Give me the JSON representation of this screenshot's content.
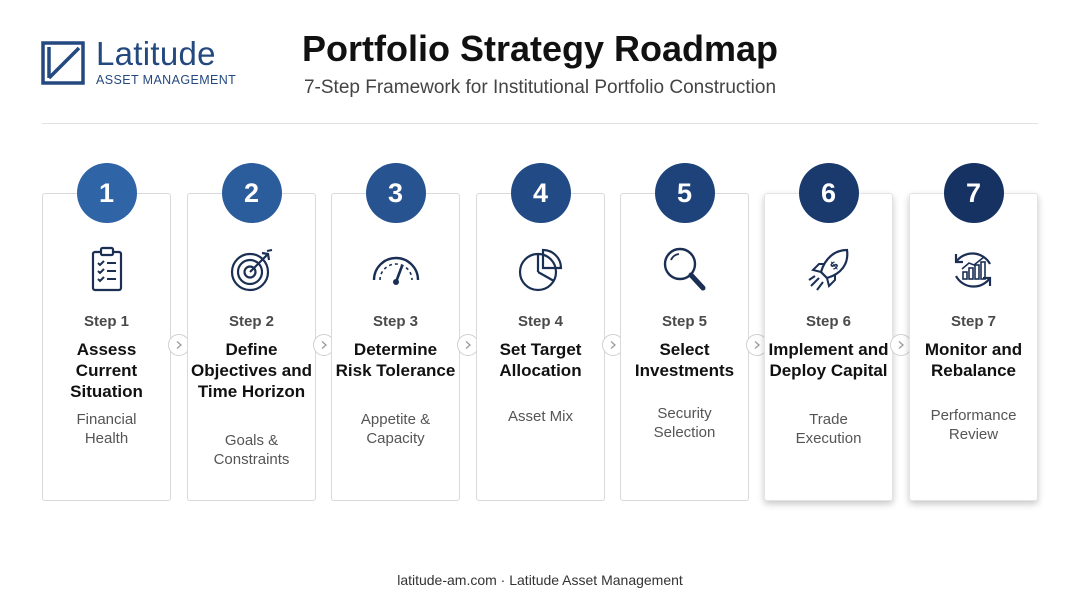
{
  "header": {
    "logo_name": "Latitude",
    "logo_sub": "ASSET MANAGEMENT",
    "title": "Portfolio Strategy Roadmap",
    "subtitle": "7-Step Framework for Institutional Portfolio Construction"
  },
  "colors": {
    "brand": "#24497f",
    "step_circles": [
      "#2f64a7",
      "#2b5c9c",
      "#275391",
      "#224b86",
      "#1e437b",
      "#1a3a6e",
      "#163263"
    ]
  },
  "steps": [
    {
      "number": "1",
      "label": "Step 1",
      "title": "Assess Current Situation",
      "desc": "Financial Health",
      "icon": "clipboard-checklist-icon"
    },
    {
      "number": "2",
      "label": "Step 2",
      "title": "Define Objectives and Time Horizon",
      "desc": "Goals & Constraints",
      "icon": "target-icon"
    },
    {
      "number": "3",
      "label": "Step 3",
      "title": "Determine Risk Tolerance",
      "desc": "Appetite & Capacity",
      "icon": "gauge-icon"
    },
    {
      "number": "4",
      "label": "Step 4",
      "title": "Set Target Allocation",
      "desc": "Asset Mix",
      "icon": "pie-chart-icon"
    },
    {
      "number": "5",
      "label": "Step 5",
      "title": "Select Investments",
      "desc": "Security Selection",
      "icon": "magnifier-icon"
    },
    {
      "number": "6",
      "label": "Step 6",
      "title": "Implement and Deploy Capital",
      "desc": "Trade Execution",
      "icon": "rocket-icon"
    },
    {
      "number": "7",
      "label": "Step 7",
      "title": "Monitor and Rebalance",
      "desc": "Performance Review",
      "icon": "cycle-chart-icon"
    }
  ],
  "footer": "latitude-am.com · Latitude Asset Management"
}
